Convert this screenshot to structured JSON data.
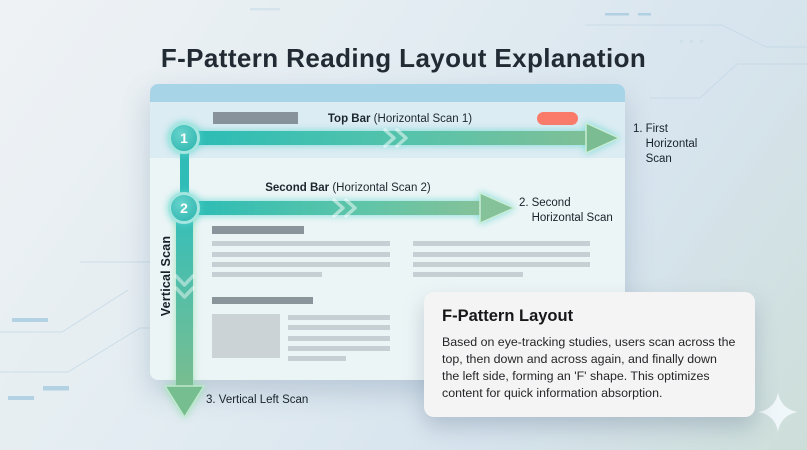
{
  "page": {
    "title": "F-Pattern Reading Layout Explanation"
  },
  "diagram": {
    "window": {
      "top_bar": {
        "bold": "Top Bar",
        "rest": " (Horizontal Scan 1)"
      },
      "second_bar": {
        "bold": "Second Bar",
        "rest": " (Horizontal Scan 2)"
      }
    },
    "steps": {
      "one": "1",
      "two": "2"
    },
    "vertical_scan_label": "Vertical Scan",
    "annotations": {
      "first": {
        "num": "1.",
        "text": "First Horizontal Scan"
      },
      "second": {
        "num": "2.",
        "text": "Second Horizontal Scan"
      },
      "third": "3. Vertical Left Scan"
    }
  },
  "card": {
    "title": "F-Pattern Layout",
    "body": "Based on eye-tracking studies, users scan across the top, then down and across again, and finally down the left side, forming an 'F' shape. This optimizes content for quick information absorption."
  },
  "colors": {
    "accent_teal": "#2ebdb8",
    "accent_green": "#7cbc92",
    "cta_coral": "#fa7b69",
    "titlebar_blue": "#a8d4e8",
    "placeholder_gray_dark": "#89949b",
    "placeholder_gray_light": "#c6cfd4",
    "card_bg": "#f4f4f4"
  }
}
